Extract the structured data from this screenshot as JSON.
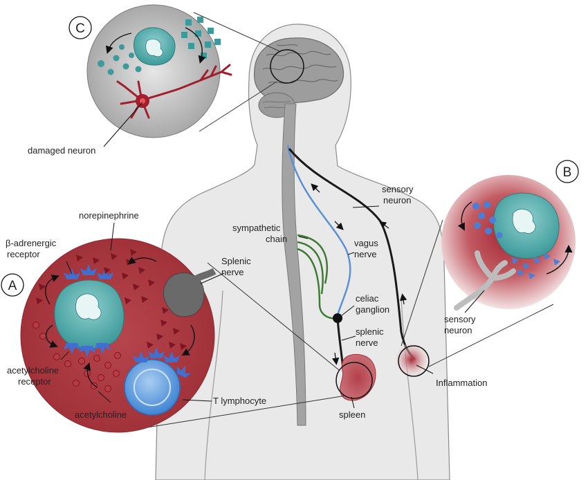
{
  "labels": {
    "panel_c": "C",
    "panel_b": "B",
    "panel_a": "A",
    "damaged_neuron": "damaged neuron",
    "sensory_neuron_1": "sensory",
    "sensory_neuron_2": "neuron",
    "sympathetic_chain_1": "sympathetic",
    "sympathetic_chain_2": "chain",
    "vagus_nerve_1": "vagus",
    "vagus_nerve_2": "nerve",
    "celiac_ganglion_1": "celiac",
    "celiac_ganglion_2": "ganglion",
    "splenic_nerve_1": "splenic",
    "splenic_nerve_2": "nerve",
    "spleen": "spleen",
    "inflammation": "Inflammation",
    "norepinephrine": "norepinephrine",
    "beta_receptor_1": "β-adrenergic",
    "beta_receptor_2": "receptor",
    "splenic_nerve_a_1": "Splenic",
    "splenic_nerve_a_2": "nerve",
    "ach_receptor_1": "acetylcholine",
    "ach_receptor_2": "receptor",
    "acetylcholine": "acetylcholine",
    "t_lymphocyte": "T lymphocyte",
    "sensory_neuron_b_1": "sensory",
    "sensory_neuron_b_2": "neuron"
  },
  "colors": {
    "body_fill": "#e9e9e9",
    "body_stroke": "#8a8a8a",
    "brain": "#9d9d9d",
    "spine": "#a3a3a3",
    "vagus": "#5b8fd6",
    "sympathetic": "#3f7a34",
    "sensory": "#1a1a1a",
    "inflamed": "#a8303a",
    "macrophage": "#4ea8a8",
    "t_cell": "#4b8fd8",
    "receptor": "#3f6fd0"
  }
}
